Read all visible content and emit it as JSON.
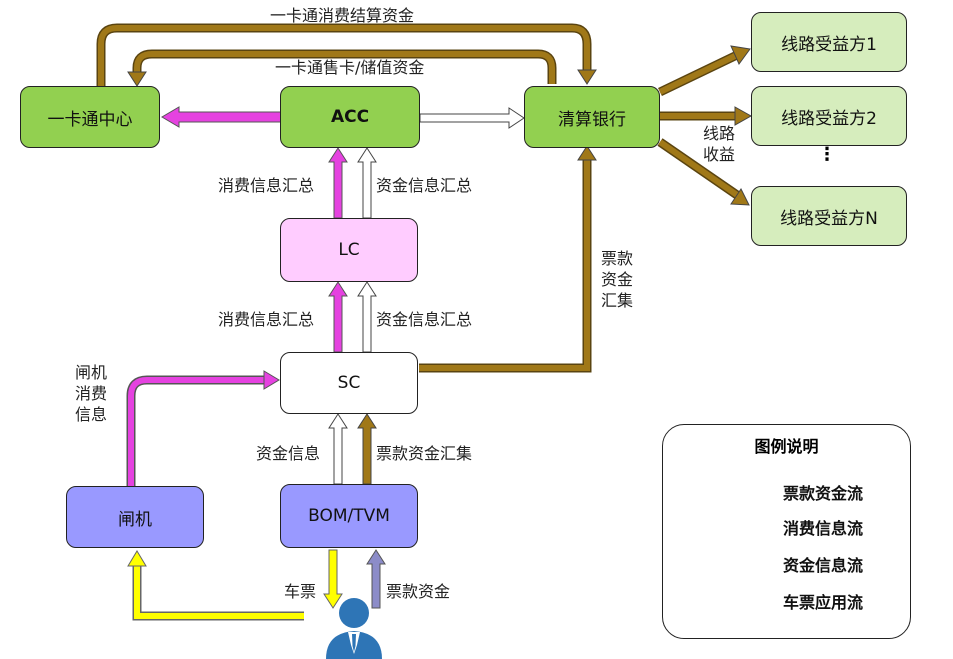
{
  "nodes": {
    "center": "一卡通中心",
    "acc": "ACC",
    "bank": "清算银行",
    "lc": "LC",
    "sc": "SC",
    "gate": "闸机",
    "bom": "BOM/TVM",
    "beneficiary_1": "线路受益方1",
    "beneficiary_2": "线路受益方2",
    "beneficiary_n": "线路受益方N",
    "dots": "⋮"
  },
  "edge_labels": {
    "card_consumption_settlement": "一卡通消费结算资金",
    "card_sale_recharge": "一卡通售卡/储值资金",
    "consumption_summary_top": "消费信息汇总",
    "fund_summary_top": "资金信息汇总",
    "consumption_summary_mid": "消费信息汇总",
    "fund_summary_mid": "资金信息汇总",
    "gate_consumption": [
      "闸机",
      "消费",
      "信息"
    ],
    "fund_info": "资金信息",
    "ticket_fund_collect": "票款资金汇集",
    "ticket_fund_vertical": [
      "票款",
      "资金",
      "汇集"
    ],
    "line_revenue": [
      "线路",
      "收益"
    ],
    "ticket": "车票",
    "ticket_money": "票款资金"
  },
  "legend": {
    "title": "图例说明",
    "items": [
      {
        "label": "票款资金流",
        "color": "#a07818",
        "style": "solid"
      },
      {
        "label": "消费信息流",
        "color": "#e542e0",
        "style": "solid"
      },
      {
        "label": "资金信息流",
        "color": "#ffffff",
        "style": "outline"
      },
      {
        "label": "车票应用流",
        "color": "#ffff00",
        "style": "solid"
      }
    ]
  },
  "colors": {
    "fund_flow": "#a07818",
    "consumption_flow": "#e542e0",
    "fund_info_flow": "#ffffff",
    "ticket_flow": "#ffff00",
    "passenger_money": "#8c8cc8"
  }
}
